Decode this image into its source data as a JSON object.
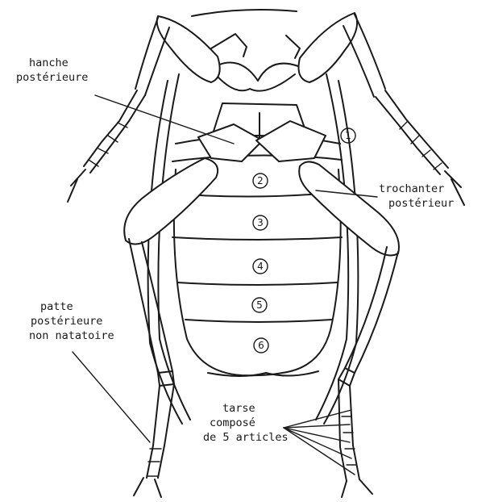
{
  "labels": {
    "hanche": [
      "hanche",
      "postérieure"
    ],
    "trochanter": [
      "trochanter",
      "postérieur"
    ],
    "patte": [
      "patte",
      "postérieure",
      "non natatoire"
    ],
    "tarse": [
      "tarse",
      "composé",
      "de 5 articles"
    ]
  },
  "segments": [
    "1",
    "2",
    "3",
    "4",
    "5",
    "6"
  ],
  "colors": {
    "ink": "#1a1a1a",
    "background": "#ffffff"
  }
}
